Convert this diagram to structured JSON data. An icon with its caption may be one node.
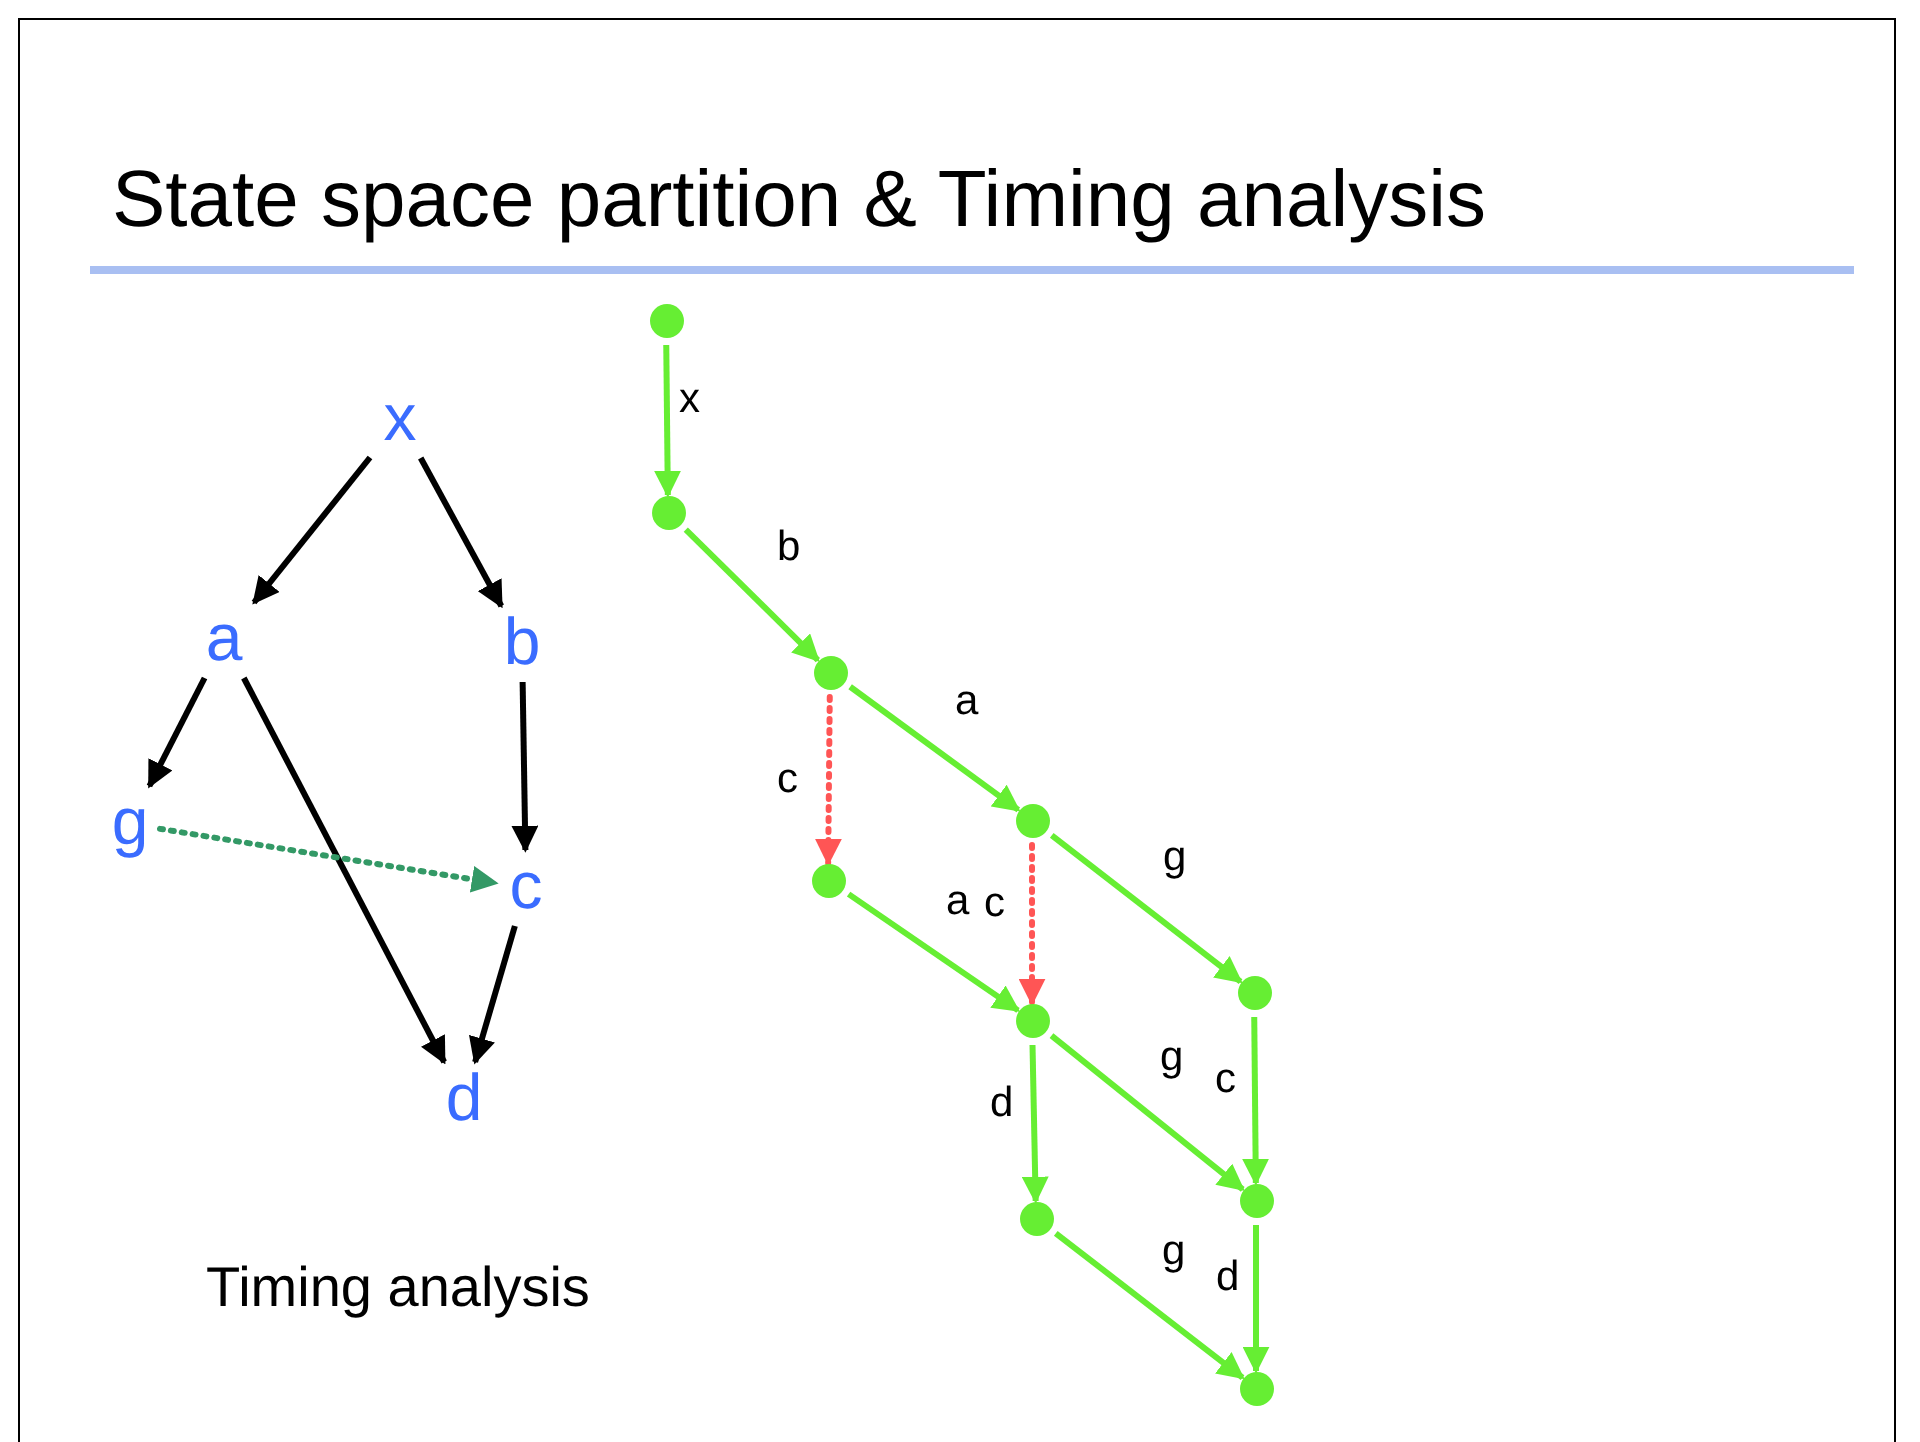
{
  "diagram": {
    "title": "State space partition & Timing analysis",
    "nodes": [
      {
        "text": [
          "x"
        ]
      },
      {
        "text": [
          "a"
        ]
      },
      {
        "text": [
          "b"
        ]
      },
      {
        "text": [
          "g"
        ]
      },
      {
        "text": [
          "c"
        ]
      },
      {
        "text": [
          "d"
        ]
      },
      {
        "text": [],
        "shape": "circle"
      },
      {
        "text": [],
        "shape": "circle"
      },
      {
        "text": [],
        "shape": "circle"
      },
      {
        "text": [],
        "shape": "circle"
      },
      {
        "text": [],
        "shape": "circle"
      },
      {
        "text": [],
        "shape": "circle"
      },
      {
        "text": [],
        "shape": "circle"
      },
      {
        "text": [],
        "shape": "circle"
      },
      {
        "text": [],
        "shape": "circle"
      },
      {
        "text": [],
        "shape": "circle"
      }
    ],
    "edges": [
      {
        "from": 0,
        "to": 1,
        "arrow": "to",
        "color": "#000000"
      },
      {
        "from": 0,
        "to": 2,
        "arrow": "to",
        "color": "#000000"
      },
      {
        "from": 1,
        "to": 3,
        "arrow": "to",
        "color": "#000000"
      },
      {
        "from": 1,
        "to": 5,
        "arrow": "to",
        "color": "#000000"
      },
      {
        "from": 2,
        "to": 4,
        "arrow": "to",
        "color": "#000000"
      },
      {
        "from": 3,
        "to": 4,
        "arrow": "to",
        "style": "dashed",
        "color": "#339966"
      },
      {
        "from": 4,
        "to": 5,
        "arrow": "to",
        "color": "#000000"
      },
      {
        "from": 6,
        "to": 7,
        "label": "x",
        "arrow": "to"
      },
      {
        "from": 7,
        "to": 8,
        "label": "b",
        "arrow": "to"
      },
      {
        "from": 8,
        "to": 9,
        "label": "c",
        "arrow": "to",
        "style": "dashed",
        "color": "#ff5555"
      },
      {
        "from": 8,
        "to": 10,
        "label": "a",
        "arrow": "to"
      },
      {
        "from": 9,
        "to": 11,
        "label": "a",
        "arrow": "to"
      },
      {
        "from": 10,
        "to": 11,
        "label": "c",
        "arrow": "to",
        "style": "dashed",
        "color": "#ff5555"
      },
      {
        "from": 10,
        "to": 12,
        "label": "g",
        "arrow": "to"
      },
      {
        "from": 11,
        "to": 13,
        "label": "d",
        "arrow": "to"
      },
      {
        "from": 11,
        "to": 14,
        "label": "g",
        "arrow": "to"
      },
      {
        "from": 12,
        "to": 14,
        "label": "c",
        "arrow": "to"
      },
      {
        "from": 13,
        "to": 15,
        "label": "g",
        "arrow": "to"
      },
      {
        "from": 14,
        "to": 15,
        "label": "d",
        "arrow": "to"
      }
    ],
    "labels": [
      "Timing analysis"
    ]
  }
}
